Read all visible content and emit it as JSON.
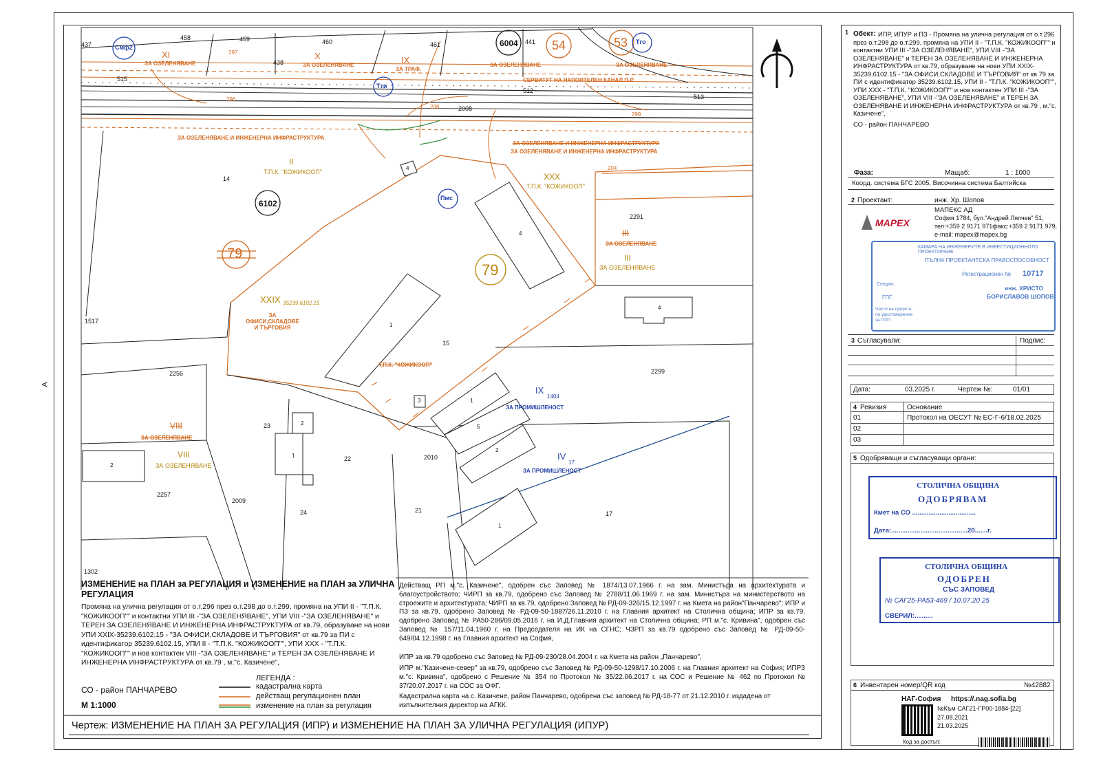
{
  "map": {
    "parcels": [
      "458",
      "459",
      "460",
      "461",
      "441",
      "437",
      "438",
      "515",
      "512",
      "513",
      "2008",
      "14",
      "2291",
      "1517",
      "15",
      "2256",
      "2299",
      "23",
      "22",
      "2010",
      "2009",
      "24",
      "21",
      "17",
      "2257",
      "1302"
    ],
    "block_numbers": [
      "6004",
      "6102",
      "54",
      "53",
      "79",
      "79"
    ],
    "plot_labels": [
      {
        "num": "XI",
        "name": "ЗА ОЗЕЛЕНЯВАНЕ"
      },
      {
        "num": "X",
        "name": "ЗА ОЗЕЛЕНЯВАНЕ"
      },
      {
        "num": "IX",
        "name": "ЗА ТРАФ."
      },
      {
        "num": "II",
        "name": "Т.П.К. \"КОЖИКООП\""
      },
      {
        "num": "XXX",
        "name": "Т.П.К. \"КОЖИКООП\""
      },
      {
        "num": "III",
        "name": "ЗА ОЗЕЛЕНЯВАНЕ"
      },
      {
        "num": "XXIX",
        "name": "ЗА ОФИСИ,СКЛАДОВЕ И ТЪРГОВИЯ"
      },
      {
        "num": "IX",
        "name": "ЗА ПРОМИШЛЕНОСТ"
      },
      {
        "num": "IV",
        "name": "ЗА ПРОМИШЛЕНОСТ"
      },
      {
        "num": "VIII",
        "name": "ЗА ОЗЕЛЕНЯВАНЕ"
      }
    ],
    "xxix_ident": "35239.6102.15",
    "ix_sub": "1404",
    "iv_sub": "17",
    "street_labels": [
      "ЗА ОЗЕЛЕНЯВАНЕ",
      "ЗА ОЗЕЛЕНЯВАНЕ",
      "ЗА ОЗЕЛЕНЯВАНЕ",
      "СЕРВИТУТ НА НАПОИТЕЛЕН КАНАЛ П-Р",
      "ЗА ОЗЕЛЕНЯВАНЕ И ИНЖЕНЕРНА ИНФРАСТРУКТУРА",
      "ЗА ОЗЕЛЕНЯВАНЕ И ИНЖЕНЕРНА ИНФРАСТРУКТУРА",
      "ЗА ОЗЕЛЕНЯВАНЕ И ИНЖЕНЕРНА ИНФРАСТРУКТУРА",
      "ЗА ОЗЕЛЕНЯВАНЕ",
      "Т.П.К. \"КОЖИКООП\"",
      "ЗА ОЗЕЛЕНЯВАНЕ"
    ],
    "nodes": [
      "Смф2",
      "Тти",
      "Тго",
      "Пмс"
    ],
    "ot_points": [
      "297",
      "296",
      "298",
      "299",
      "204"
    ],
    "crossed_labels": [
      "III",
      "VIII"
    ],
    "building_floors": [
      "4",
      "4",
      "1",
      "1",
      "5",
      "2",
      "1",
      "2",
      "1",
      "2",
      "3",
      "4"
    ]
  },
  "title_block": {
    "heading": "ИЗМЕНЕНИЕ на ПЛАН за РЕГУЛАЦИЯ и ИЗМЕНЕНИЕ на ПЛАН за УЛИЧНА РЕГУЛАЦИЯ",
    "description": "Промяна на улична регулация от о.т.296 през о.т.298 до о.т.299, промяна на УПИ II - \"Т.П.К. \"КОЖИКООП\"\" и контактни УПИ III -\"ЗА ОЗЕЛЕНЯВАНЕ\", УПИ VIII -\"ЗА ОЗЕЛЕНЯВАНЕ\" и ТЕРЕН ЗА ОЗЕЛЕНЯВАНЕ И ИНЖЕНЕРНА ИНФРАСТРУКТУРА от кв.79, образуване на нови УПИ XXIX-35239.6102.15 - \"ЗА ОФИСИ,СКЛАДОВЕ И ТЪРГОВИЯ\" от кв.79 за ПИ с идентификатор 35239.6102.15, УПИ II - \"Т.П.К. \"КОЖИКООП\"\", УПИ XXX - \"Т.П.К. \"КОЖИКООП\"\" и нов контактен VIII -\"ЗА ОЗЕЛЕНЯВАНЕ\" и ТЕРЕН ЗА ОЗЕЛЕНЯВАНЕ И ИНЖЕНЕРНА ИНФРАСТРУКТУРА от кв.79 , м.\"с. Казичене\",",
    "district": "СО - район ПАНЧАРЕВО",
    "scale": "М 1:1000",
    "legend_title": "ЛЕГЕНДА :",
    "legend_items": [
      "кадастрална карта",
      "действащ регулационен план",
      "изменение на план за регулация"
    ],
    "legend_colors": [
      "#111111",
      "#d2691e",
      "#2e8b3a"
    ],
    "refs": [
      "Действащ РП м.\"с. Казичене\", одобрен със Заповед № 1874/13.07.1966 г. на зам. Министъра на архитектурата и благоустройството; ЧИРП за кв.79, одобрено със Заповед № 2788/11.06.1969 г. на зам. Министъра на министерството на строежите и архитектурата; ЧИРП за кв.79, одобрено Заповед № РД-09-326/15.12.1997 г. на Кмета на район\"Панчарево\"; ИПР и ПЗ за кв.79, одобрено Заповед № РД-09-50-1887/26.11.2010 г. на Главния архитект на Столична община; ИПР за кв.79, одобрено Заповед № РА50-286/09.05.2016 г. на И.Д.Главния архитект на Столична община; РП м.\"с. Кривина\", одобрен със Заповед № 157/11.04.1960 г. на Председателя на ИК на СГНС; ЧЗРП за кв.79 одобрено със Заповед № РД-09-50-649/04.12.1998 г. на Главния архитект на София,",
      "ИПР за кв.79 одобрено със Заповед № РД-09-230/28.04.2004 г. на Кмета на район „Панчарево\",",
      "ИПР м.\"Казичене-север\" за кв.79, одобрено със Заповед № РД-09-50-1298/17.10.2006 г. на Главния архитект на София; ИПРЗ м.\"с. Кривина\", одобрено с Решение № 354 по Протокол № 35/22.06.2017 г. на СОС и Решение № 462 по Протокол № 37/20.07.2017 г. на СОС за ОФГ.",
      "Кадастрална карта на с. Казичене, район Панчарево, одобрена със заповед № РД-18-77 от 21.12.2010 г. издадена от изпълнителния директор на АГКК."
    ],
    "drawing_label": "Чертеж: ИЗМЕНЕНИЕ НА ПЛАН ЗА РЕГУЛАЦИЯ (ИПР) и ИЗМЕНЕНИЕ НА ПЛАН ЗА УЛИЧНА РЕГУЛАЦИЯ (ИПУР)"
  },
  "side": {
    "s1_num": "1",
    "object_label": "Обект:",
    "object_text": "ИПР, ИПУР и ПЗ - Промяна на улична регулация от о.т.296 през о.т.298 до о.т.299, промяна на УПИ II - \"Т.П.К. \"КОЖИКООП\"\" и контактни УПИ III -\"ЗА ОЗЕЛЕНЯВАНЕ\", УПИ VIII -\"ЗА ОЗЕЛЕНЯВАНЕ\" и ТЕРЕН ЗА ОЗЕЛЕНЯВАНЕ И ИНЖЕНЕРНА ИНФРАСТРУКТУРА от кв.79, образуване на нови УПИ XXIX-35239.6102.15 - \"ЗА ОФИСИ,СКЛАДОВЕ И ТЪРГОВИЯ\" от кв.79 за ПИ с идентификатор 35239.6102.15, УПИ II - \"Т.П.К. \"КОЖИКООП\"\", УПИ XXX - \"Т.П.К. \"КОЖИКООП\"\" и нов контактен УПИ III -\"ЗА ОЗЕЛЕНЯВАНЕ\", УПИ VIII -\"ЗА ОЗЕЛЕНЯВАНЕ\" и ТЕРЕН ЗА ОЗЕЛЕНЯВАНЕ И ИНЖЕНЕРНА ИНФРАСТРУКТУРА от кв.79 , м.\"с. Казичене\",",
    "object_district": "СО - район ПАНЧАРЕВО",
    "phase_label": "Фаза:",
    "scale_label": "Мащаб:",
    "scale_value": "1 : 1000",
    "coord_system": "Коорд. система БГС 2005, Височинна система Балтийска",
    "s2_num": "2",
    "designer_label": "Проектант:",
    "designer_name": "инж. Хр. Шопов",
    "company_logo": "MAPEX",
    "company_name": "МАПЕКС АД",
    "company_address": "София 1784, бул.\"Андрей Ляпчев\" 51,",
    "company_phone": "тел:+359 2 9171 971факс:+359 2 9171 979,",
    "company_email": "e-mail: mapex@mapex.bg",
    "stamp": {
      "line1": "КАМАРА НА ИНЖЕНЕРИТЕ В ИНВЕСТИЦИОННОТО ПРОЕКТИРАНЕ",
      "line2": "ПЪЛНА ПРОЕКТАНТСКА ПРАВОСПОСОБНОСТ",
      "reg_label": "Регистрационен №",
      "reg_no": "10717",
      "name1": "инж. ХРИСТО",
      "name2": "БОРИСЛАВОВ ШОПОВ",
      "section_label": "Секция:",
      "section": "ГПГ",
      "parts_label": "Части на проекта: по удостоверение за ППП"
    },
    "s3_num": "3",
    "agreed_label": "Съгласували:",
    "signature_label": "Подпис:",
    "date_label": "Дата:",
    "date_value": "03.2025 г.",
    "drawing_no_label": "Чертеж №:",
    "drawing_no": "01/01",
    "s4_num": "4",
    "revision_label": "Ревизия",
    "basis_label": "Основание",
    "revisions": [
      {
        "no": "01",
        "basis": "Протокол на ОЕСУТ № ЕС-Г-6/18.02.2025"
      },
      {
        "no": "02",
        "basis": ""
      },
      {
        "no": "03",
        "basis": ""
      }
    ],
    "s5_num": "5",
    "organs_label": "Одобряващи и съгласуващи органи:",
    "approve1": {
      "org": "СТОЛИЧНА ОБЩИНА",
      "title": "ОДОБРЯВАМ",
      "mayor": "Кмет на СО ...................................",
      "date": "Дата:..........................................20.......г."
    },
    "approve2": {
      "org": "СТОЛИЧНА ОБЩИНА",
      "title": "ОДОБРЕН",
      "sub": "СЪС ЗАПОВЕД",
      "order": "№ САГ25-РА53-469 / 10.07.20 25",
      "check": "СВЕРИЛ:.........."
    },
    "s6_num": "6",
    "inventory_label": "Инвентарен номер/QR код",
    "inventory_no": "№42882",
    "nag_label": "НАГ-София",
    "nag_url": "https://.nag.sofia.bg",
    "nag_ref": "№Към САГ21-ГР00-1884-[22]",
    "nag_date1": "27.08.2021",
    "nag_date2": "21.03.2025",
    "access_code": "Код за достъп:"
  },
  "margin_mark": "A",
  "north_symbol": "north-arrow"
}
